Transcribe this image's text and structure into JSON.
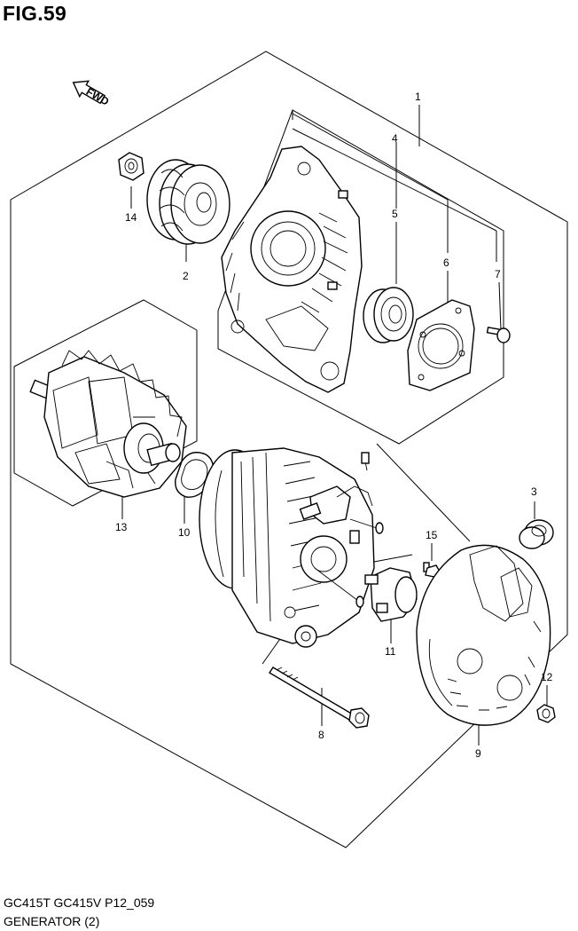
{
  "figure": {
    "title": "FIG.59"
  },
  "caption": {
    "models": "GC415T GC415V P12_059",
    "name": "GENERATOR (2)"
  },
  "fwd_marker": {
    "text": "FWD"
  },
  "part_labels": [
    "1",
    "2",
    "3",
    "4",
    "5",
    "6",
    "7",
    "8",
    "9",
    "10",
    "11",
    "12",
    "13",
    "14",
    "15"
  ]
}
